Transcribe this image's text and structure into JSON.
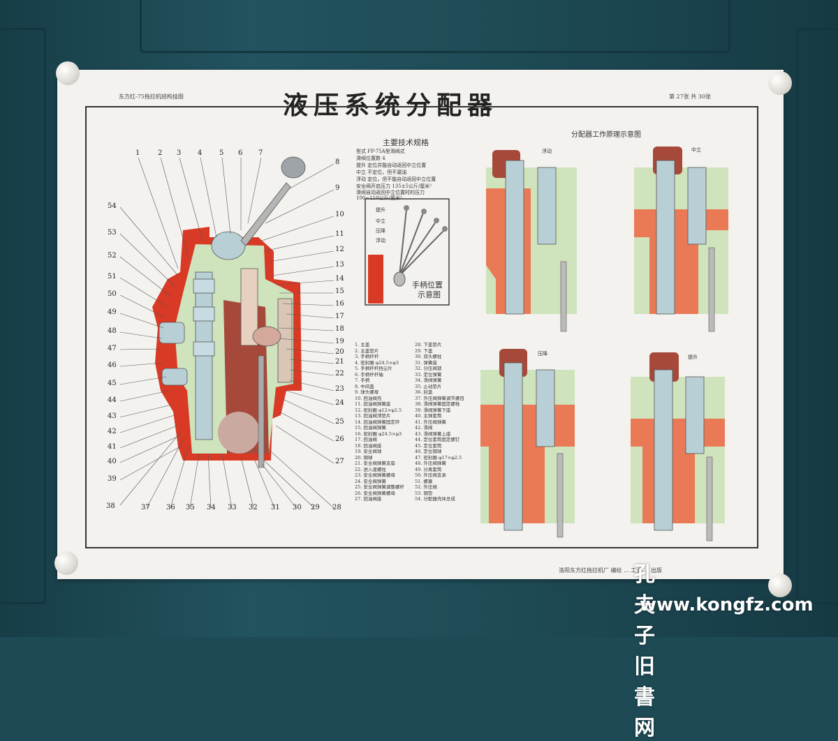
{
  "poster": {
    "header_left": "东方红-75拖拉机结构挂图",
    "title": "液压系统分配器",
    "header_right": "第 27张  共 30张",
    "footer": "洛阳东方红拖拉机厂 编绘  ... 工业 ... 出版"
  },
  "spec": {
    "title": "主要技术规格",
    "lines": [
      "型式   FP-75A型滑阀式",
      "滑阀位置数   4",
      "提升   定位并能自动返回中立位置",
      "中立   不定位，但不漏油",
      "浮动   定位，但不能自动返回中立位置",
      "安全阀开启压力 135±5公斤/厘米²",
      "滑阀自动返回中立位置时的压力",
      "   100~110公斤/厘米²"
    ]
  },
  "handle": {
    "positions": [
      "提升",
      "中立",
      "压降",
      "浮动"
    ],
    "caption_line1": "手柄位置",
    "caption_line2": "示意图"
  },
  "principle": {
    "title": "分配器工作原理示意图",
    "labels": [
      "浮动",
      "中立",
      "压降",
      "提升"
    ]
  },
  "callouts": {
    "top": [
      "1",
      "2",
      "3",
      "4",
      "5",
      "6",
      "7"
    ],
    "right": [
      "8",
      "9",
      "10",
      "11",
      "12",
      "13",
      "14",
      "15",
      "16",
      "17",
      "18",
      "19",
      "20",
      "21",
      "22",
      "23",
      "24",
      "25",
      "26",
      "27"
    ],
    "bottom": [
      "38",
      "37",
      "36",
      "35",
      "34",
      "33",
      "32",
      "31",
      "30",
      "29",
      "28"
    ],
    "left": [
      "54",
      "53",
      "52",
      "51",
      "50",
      "49",
      "48",
      "47",
      "46",
      "45",
      "44",
      "43",
      "42",
      "41",
      "40",
      "39"
    ]
  },
  "parts_col1": [
    "1. 主盖",
    "2. 主盖垫片",
    "3. 手柄杆杆",
    "4. 密封圈 φ24.5×φ3",
    "5. 手柄杆杆挡尘片",
    "6. 手柄杆杆轴",
    "7. 手柄",
    "8. 中间盖",
    "9. 球头螺母",
    "10. 回油阀壳",
    "11. 回油阀弹簧座",
    "12. 密封圈 φ12×φ2.5",
    "13. 回油阀顶垫片",
    "14. 回油阀弹簧固定环",
    "15. 回油阀弹簧",
    "16. 密封圈 φ24.5×φ3",
    "17. 回油阀",
    "18. 回油阀座",
    "19. 安全阀球",
    "20. 钢球",
    "21. 安全阀弹簧支座",
    "22. 进入道螺柱",
    "23. 安全阀弹簧螺母",
    "24. 安全阀弹簧",
    "25. 安全阀弹簧调整螺杆",
    "26. 安全阀弹簧螺母",
    "27. 回油阀座"
  ],
  "parts_col2": [
    "28. 下盖垫片",
    "29. 下盖",
    "30. 双头螺柱",
    "31. 弹簧座",
    "32. 分压阀锁",
    "33. 定位弹簧",
    "34. 滑阀弹簧",
    "35. 止动垫片",
    "36. 封盖",
    "37. 外压阀弹簧调节螺目",
    "38. 滑阀弹簧固定螺栓",
    "39. 滑阀弹簧下座",
    "40. 主弹套筒",
    "41. 外压阀弹簧",
    "42. 滑阀",
    "43. 滑阀弹簧上座",
    "44. 定位套筒固定螺钉",
    "45. 定位套筒",
    "46. 定位钢球",
    "47. 密封圈 φ17×φ2.5",
    "48. 外压阀弹簧",
    "49. 分离套筒",
    "50. 外压阀支承",
    "51. 螺塞",
    "52. 外压阀",
    "53. 钢垫",
    "54. 分配器壳体总成"
  ],
  "watermark": {
    "line1": "孔夫子旧書网",
    "line2": "www.kongfz.com"
  },
  "colors": {
    "door": "#1d4a55",
    "paper": "#f4f2ee",
    "red": "#d83a25",
    "salmon": "#e97a55",
    "pale_green": "#cfe3bd",
    "blue_grey": "#b9cfd6"
  }
}
